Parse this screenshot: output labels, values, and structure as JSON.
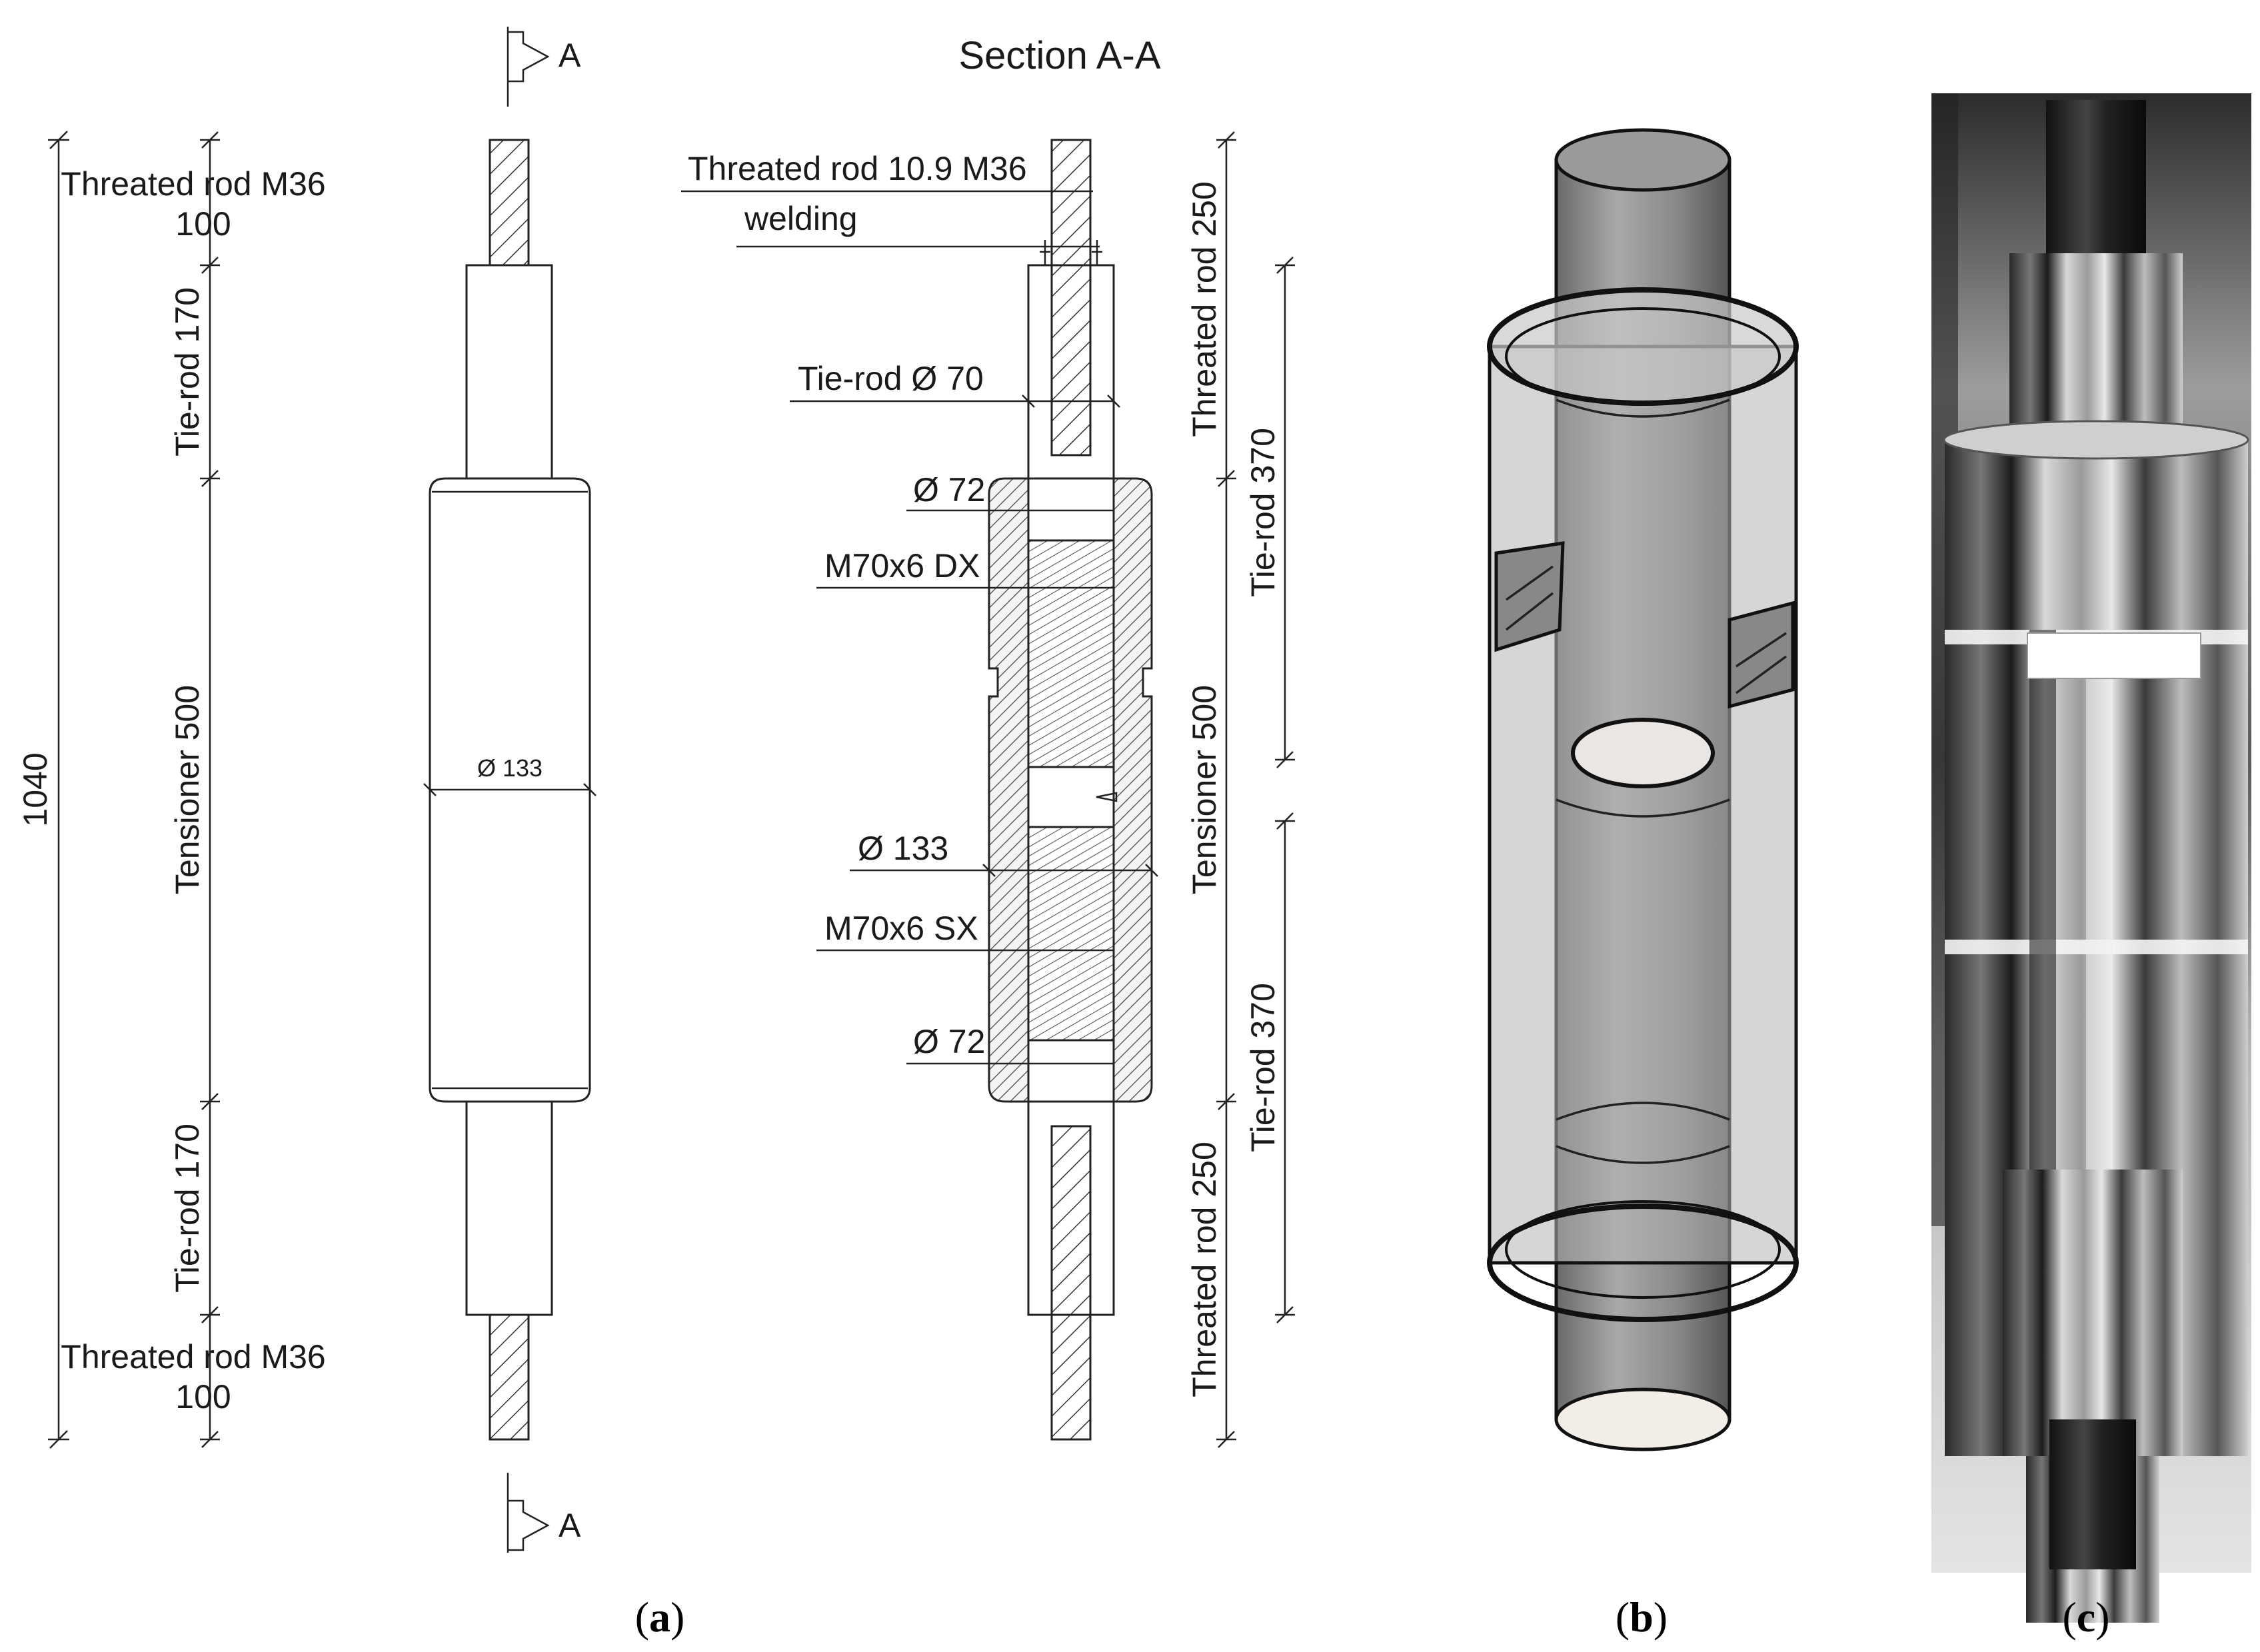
{
  "panel_a": {
    "section_marker_letter": "A",
    "section_title": "Section A-A",
    "elevation": {
      "top_rod": "Threated rod M36",
      "top_rod_length": "100",
      "top_tie_rod": "Tie-rod 170",
      "tensioner": "Tensioner 500",
      "bottom_tie_rod": "Tie-rod 170",
      "bottom_rod": "Threated rod M36",
      "bottom_rod_length": "100",
      "overall_length": "1040",
      "diameter_label": "Ø 133"
    },
    "section": {
      "threaded_rod_spec": "Threated rod 10.9 M36",
      "welding": "welding",
      "tie_rod_diameter": "Tie-rod Ø 70",
      "bore_top": "Ø 72",
      "thread_right": "M70x6 DX",
      "outer_diameter": "Ø 133",
      "thread_left": "M70x6 SX",
      "bore_bottom": "Ø 72",
      "right_dims": {
        "top_threaded_rod": "Threated rod 250",
        "top_tie_rod": "Tie-rod 370",
        "tensioner": "Tensioner 500",
        "bottom_tie_rod": "Tie-rod 370",
        "bottom_threaded_rod": "Threated rod 250"
      }
    }
  },
  "captions": {
    "a": "a",
    "b": "b",
    "c": "c"
  }
}
